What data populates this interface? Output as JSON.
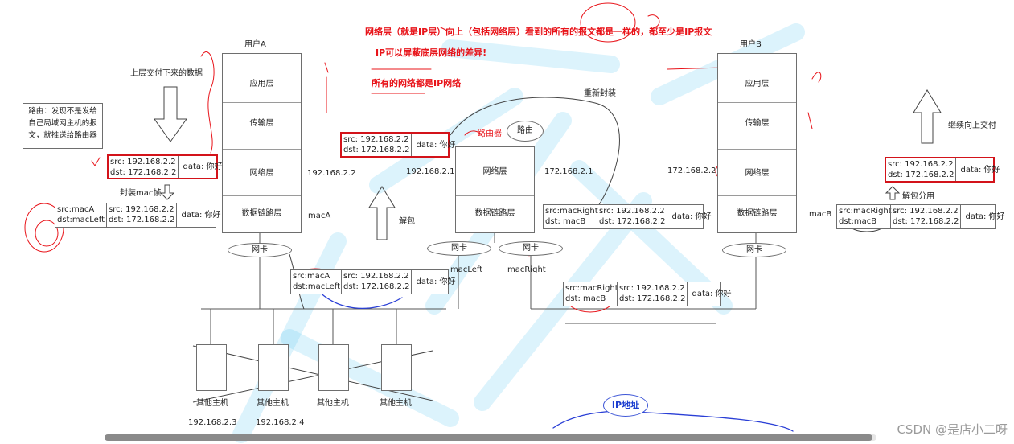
{
  "notes": {
    "line1": "网络层（就是IP层）向上（包括网络层）看到的所有的报文都是一样的，都至少是IP报文",
    "line2": "IP可以屏蔽底层网络的差异!",
    "line3": "所有的网络都是IP网络"
  },
  "user_a": {
    "title": "用户A",
    "layers": [
      "应用层",
      "传输层",
      "网络层",
      "数据链路层"
    ],
    "nic": "网卡"
  },
  "user_b": {
    "title": "用户B",
    "layers": [
      "应用层",
      "传输层",
      "网络层",
      "数据链路层"
    ],
    "nic": "网卡"
  },
  "router": {
    "title": "路由器",
    "bubble": "路由",
    "layers": [
      "网络层",
      "数据链路层"
    ],
    "nic_left": "网卡",
    "nic_right": "网卡"
  },
  "labels": {
    "upper_data": "上层交付下来的数据",
    "encap_mac": "封装mac帧",
    "unpack": "解包",
    "reencap": "重新封装",
    "deliver_up": "继续向上交付",
    "unpack_share": "解包分用",
    "ip_a": "192.168.2.2",
    "ip_router_left": "192.168.2.1",
    "ip_router_right": "172.168.2.1",
    "ip_b": "172.168.2.2",
    "mac_a": "macA",
    "mac_left": "macLeft",
    "mac_right": "macRight",
    "mac_b": "macB",
    "ip_bubble": "IP地址",
    "watermark": "CSDN @是店小二呀"
  },
  "router_note": "路由：发现不是发给自己局域网主机的报文，就推送给路由器",
  "packets": {
    "ip": {
      "src": "src: 192.168.2.2",
      "dst": "dst: 172.168.2.2",
      "data": "data: 你好"
    },
    "mac_a_left": {
      "src": "src:macA",
      "dst": "dst:macLeft"
    },
    "mac_right_b": {
      "src": "src:macRight",
      "dst": "dst: macB"
    },
    "mac_right_b_lower": {
      "src": "src:macRight",
      "dst": "dst: macB"
    },
    "mac_right_b_dst": {
      "src": "src:macRight",
      "dst": "dst:macB"
    }
  },
  "hosts": {
    "label": "其他主机",
    "ip_1": "192.168.2.3",
    "ip_2": "192.168.2.4"
  },
  "colors": {
    "note_red": "#e8141a",
    "box_red": "#d3131a",
    "ink_blue": "#2a3fd6",
    "watermark_cyan": "#5ec8f0"
  }
}
